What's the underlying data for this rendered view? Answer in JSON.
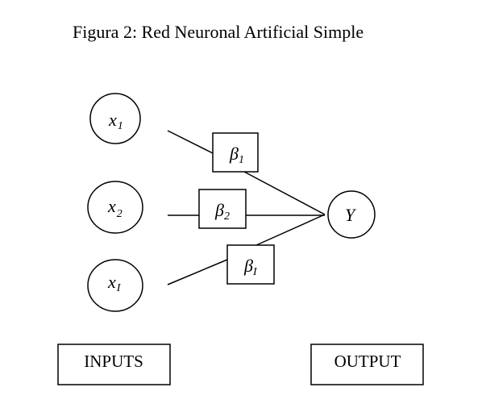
{
  "title": "Figura 2: Red Neuronal Artificial Simple",
  "inputs": [
    {
      "symbol": "x",
      "subscript": "1"
    },
    {
      "symbol": "x",
      "subscript": "2"
    },
    {
      "symbol": "x",
      "subscript": "I"
    }
  ],
  "weights": [
    {
      "symbol": "β",
      "subscript": "1"
    },
    {
      "symbol": "β",
      "subscript": "2"
    },
    {
      "symbol": "β",
      "subscript": "I"
    }
  ],
  "output": {
    "symbol": "Y"
  },
  "labels": {
    "inputs": "INPUTS",
    "output": "OUTPUT"
  }
}
